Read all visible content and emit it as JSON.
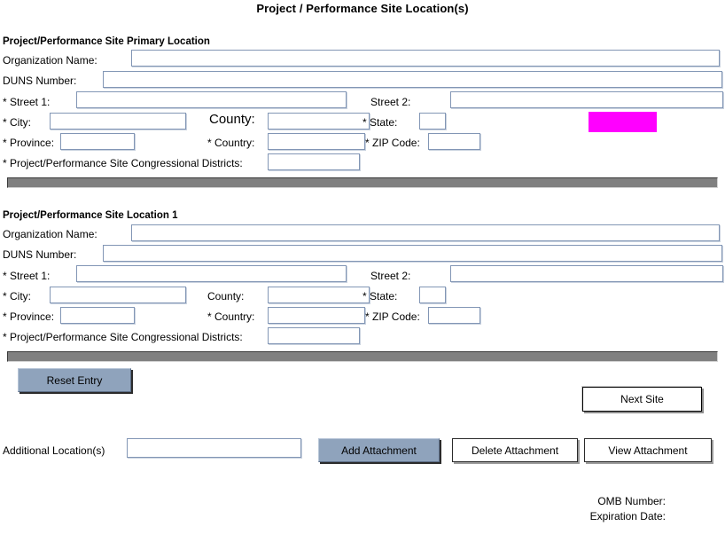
{
  "form": {
    "title": "Project / Performance Site Location(s)"
  },
  "sections": [
    {
      "heading": "Project/Performance Site Primary Location",
      "fields": {
        "organization_name_label": "Organization Name:",
        "duns_label": "DUNS Number:",
        "street1_label": "* Street 1:",
        "street2_label": "Street 2:",
        "city_label": "* City:",
        "county_label": "County:",
        "state_label": "* State:",
        "province_label": "* Province:",
        "country_label": "* Country:",
        "zip_label": "* ZIP  Code:",
        "districts_label": "* Project/Performance Site Congressional Districts:",
        "organization_name_value": "",
        "duns_value": "",
        "street1_value": "",
        "street2_value": "",
        "city_value": "",
        "county_value": "",
        "state_value": "",
        "province_value": "",
        "country_value": "",
        "zip_value": "",
        "districts_value": ""
      }
    },
    {
      "heading": "Project/Performance Site Location 1",
      "fields": {
        "organization_name_label": "Organization Name:",
        "duns_label": "DUNS Number:",
        "street1_label": "* Street 1:",
        "street2_label": "Street 2:",
        "city_label": "* City:",
        "county_label": "County:",
        "state_label": "* State:",
        "province_label": "* Province:",
        "country_label": "* Country:",
        "zip_label": "* ZIP  Code:",
        "districts_label": "* Project/Performance Site Congressional Districts:",
        "organization_name_value": "",
        "duns_value": "",
        "street1_value": "",
        "street2_value": "",
        "city_value": "",
        "county_value": "",
        "state_value": "",
        "province_value": "",
        "country_value": "",
        "zip_value": "",
        "districts_value": ""
      }
    }
  ],
  "actions": {
    "reset_entry": "Reset Entry",
    "next_site": "Next Site",
    "additional_locations_label": "Additional Location(s)",
    "additional_locations_value": "",
    "add_attachment": "Add Attachment",
    "delete_attachment": "Delete Attachment",
    "view_attachment": "View  Attachment"
  },
  "footer": {
    "omb_number": "OMB Number:",
    "expiration_date": "Expiration Date:"
  },
  "colors": {
    "field_border": "#8296b5",
    "divider": "#808080",
    "button_blue": "#8fa3bc",
    "highlight_magenta": "#ff00ff"
  }
}
